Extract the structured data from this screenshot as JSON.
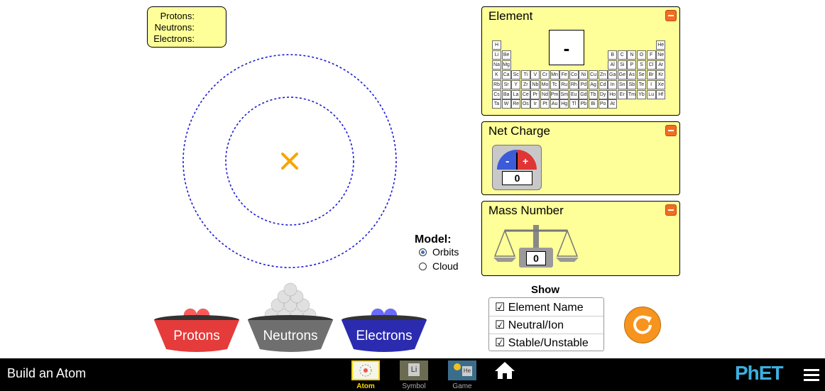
{
  "counts": {
    "protons_label": "Protons:",
    "neutrons_label": "Neutrons:",
    "electrons_label": "Electrons:"
  },
  "element_panel": {
    "title": "Element",
    "symbol": "-",
    "rows": [
      [
        "H",
        "",
        "",
        "",
        "",
        "",
        "",
        "",
        "",
        "",
        "",
        "",
        "",
        "",
        "",
        "",
        "",
        "He"
      ],
      [
        "Li",
        "Be",
        "",
        "",
        "",
        "",
        "",
        "",
        "",
        "",
        "",
        "",
        "B",
        "C",
        "N",
        "O",
        "F",
        "Ne"
      ],
      [
        "Na",
        "Mg",
        "",
        "",
        "",
        "",
        "",
        "",
        "",
        "",
        "",
        "",
        "Al",
        "Si",
        "P",
        "S",
        "Cl",
        "Ar"
      ],
      [
        "K",
        "Ca",
        "Sc",
        "Ti",
        "V",
        "Cr",
        "Mn",
        "Fe",
        "Co",
        "Ni",
        "Cu",
        "Zn",
        "Ga",
        "Ge",
        "As",
        "Se",
        "Br",
        "Kr"
      ],
      [
        "Rb",
        "Sr",
        "Y",
        "Zr",
        "Nb",
        "Mo",
        "Tc",
        "Ru",
        "Rh",
        "Pd",
        "Ag",
        "Cd",
        "In",
        "Sn",
        "Sb",
        "Te",
        "I",
        "Xe"
      ],
      [
        "Cs",
        "Ba",
        "La",
        "Ce",
        "Pr",
        "Nd",
        "Pm",
        "Sm",
        "Eu",
        "Gd",
        "Tb",
        "Dy",
        "Ho",
        "Er",
        "Tm",
        "Yb",
        "Lu",
        "Hf"
      ],
      [
        "Ta",
        "W",
        "Re",
        "Os",
        "Ir",
        "Pt",
        "Au",
        "Hg",
        "Tl",
        "Pb",
        "Bi",
        "Po",
        "At",
        "",
        "",
        "",
        "",
        ""
      ]
    ]
  },
  "net_charge_panel": {
    "title": "Net Charge",
    "value": "0",
    "minus": "-",
    "plus": "+"
  },
  "mass_number_panel": {
    "title": "Mass Number",
    "value": "0"
  },
  "model": {
    "label": "Model:",
    "options": [
      {
        "label": "Orbits",
        "selected": true
      },
      {
        "label": "Cloud",
        "selected": false
      }
    ]
  },
  "show": {
    "title": "Show",
    "options": [
      {
        "label": "Element Name",
        "checked": true
      },
      {
        "label": "Neutral/Ion",
        "checked": true
      },
      {
        "label": "Stable/Unstable",
        "checked": true
      }
    ]
  },
  "buckets": [
    {
      "label": "Protons",
      "color": "#e53b3b",
      "particle": "#ff5a5a"
    },
    {
      "label": "Neutrons",
      "color": "#6f6f6f",
      "particle": "#e0e0e0"
    },
    {
      "label": "Electrons",
      "color": "#2b2bb0",
      "particle": "#6a6aff"
    }
  ],
  "navbar": {
    "title": "Build an Atom",
    "tabs": [
      {
        "label": "Atom",
        "active": true
      },
      {
        "label": "Symbol",
        "active": false
      },
      {
        "label": "Game",
        "active": false
      }
    ],
    "brand": "PhET",
    "symbol_tab_glyph": "Li",
    "game_tab_glyph": "He"
  },
  "colors": {
    "panel": "#ffff99",
    "nucleus_marker": "#f7a500",
    "orbit": "#1a1ad6",
    "reset": "#f7941d"
  }
}
